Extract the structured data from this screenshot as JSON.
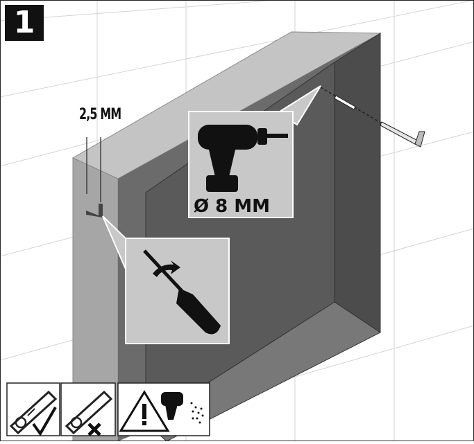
{
  "step": {
    "number": "1"
  },
  "dimensions": {
    "spacing_label": "2,5 MM"
  },
  "drill_callout": {
    "diameter_label": "Ø 8 MM",
    "icon": "drill-icon"
  },
  "screwdriver_callout": {
    "icon": "screwdriver-icon"
  },
  "footer_icons": [
    {
      "icon": "spirit-level-check-icon",
      "meaning": "✓"
    },
    {
      "icon": "spirit-level-cross-icon",
      "meaning": "X"
    },
    {
      "icon": "drill-warning-icon"
    }
  ],
  "colors": {
    "wall_front": "#a6a6a6",
    "wall_top": "#c4c4c4",
    "niche_back": "#5a5a5a",
    "niche_side": "#6b6b6b",
    "callout_bg": "#c8c8c8",
    "grid": "#cfcfcf"
  }
}
